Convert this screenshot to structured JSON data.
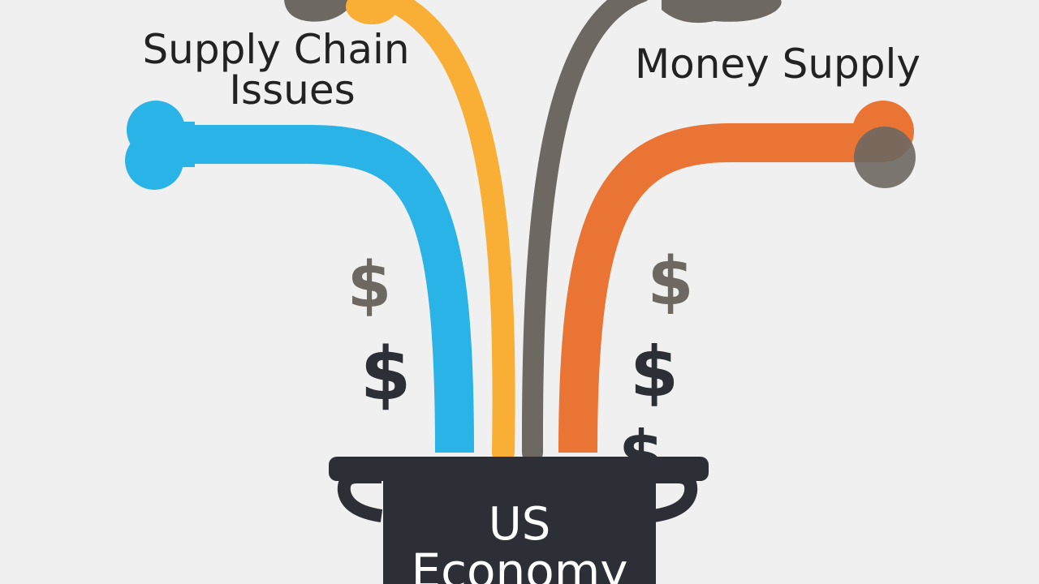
{
  "labels": {
    "left_line1": "Supply Chain",
    "left_line2": "Issues",
    "right": "Money Supply"
  },
  "pot": {
    "line1": "US",
    "line2": "Economy"
  },
  "dollar_symbol": "$",
  "colors": {
    "background": "#f0f0f0",
    "blue": "#29b3e6",
    "yellow": "#f9ae35",
    "gray": "#6d6861",
    "orange": "#ea7434",
    "pot": "#2c3036",
    "dollar_dark": "#2c3036",
    "dollar_gray": "#6d6861"
  },
  "pipes": [
    {
      "name": "blue-pipe",
      "color": "blue"
    },
    {
      "name": "yellow-pipe",
      "color": "yellow"
    },
    {
      "name": "gray-pipe",
      "color": "gray"
    },
    {
      "name": "orange-pipe",
      "color": "orange"
    }
  ]
}
